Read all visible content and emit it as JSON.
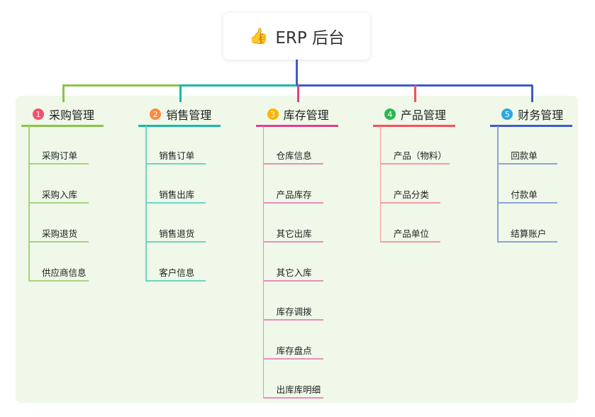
{
  "root": {
    "icon": "thumbs-up-icon",
    "title": "ERP 后台"
  },
  "branches": [
    {
      "num": "1",
      "title": "采购管理",
      "color": "#8bc34a",
      "num_color": "#f5506a",
      "child_color": "#a9d37f",
      "items": [
        "采购订单",
        "采购入库",
        "采购退货",
        "供应商信息"
      ]
    },
    {
      "num": "2",
      "title": "销售管理",
      "color": "#1bb8a8",
      "num_color": "#ff8a3d",
      "child_color": "#6fd3c4",
      "items": [
        "销售订单",
        "销售出库",
        "销售退货",
        "客户信息"
      ]
    },
    {
      "num": "3",
      "title": "库存管理",
      "color": "#e0408f",
      "num_color": "#ffb300",
      "child_color": "#ec8cbf",
      "items": [
        "仓库信息",
        "产品库存",
        "其它出库",
        "其它入库",
        "库存调拨",
        "库存盘点",
        "出库库明细"
      ]
    },
    {
      "num": "4",
      "title": "产品管理",
      "color": "#f5505e",
      "num_color": "#2bb84f",
      "child_color": "#f79a9f",
      "items": [
        "产品（物料）",
        "产品分类",
        "产品单位"
      ]
    },
    {
      "num": "5",
      "title": "财务管理",
      "color": "#3f5bc4",
      "num_color": "#29a9e0",
      "child_color": "#8fa2d8",
      "items": [
        "回款单",
        "付款单",
        "结算账户"
      ]
    }
  ]
}
